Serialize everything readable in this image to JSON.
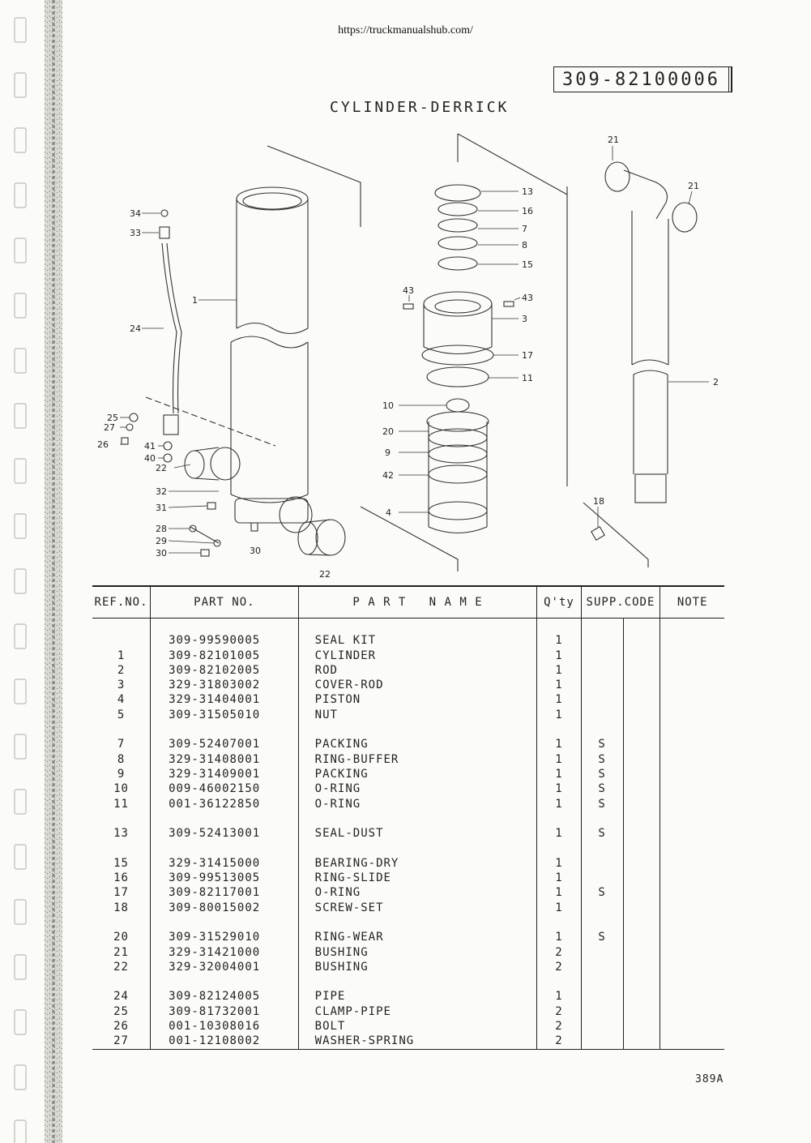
{
  "url": "https://truckmanualshub.com/",
  "doc_number": "309-82100006",
  "title": "CYLINDER-DERRICK",
  "page_number": "389A",
  "callouts": [
    "34",
    "33",
    "24",
    "1",
    "25",
    "27",
    "26",
    "41",
    "40",
    "22",
    "32",
    "31",
    "28",
    "29",
    "30",
    "30",
    "22",
    "13",
    "16",
    "7",
    "8",
    "15",
    "43",
    "43",
    "3",
    "17",
    "11",
    "10",
    "20",
    "9",
    "42",
    "4",
    "21",
    "21",
    "2",
    "18"
  ],
  "table": {
    "headers": {
      "ref": "REF.NO.",
      "part": "PART NO.",
      "name": "P A R T   N A M E",
      "qty": "Q'ty",
      "supp": "SUPP.CODE",
      "note": "NOTE"
    },
    "rows": [
      {
        "ref": "",
        "part": "",
        "name": "",
        "qty": "",
        "supp": ""
      },
      {
        "ref": "",
        "part": "309-99590005",
        "name": "SEAL KIT",
        "qty": "1",
        "supp": ""
      },
      {
        "ref": "1",
        "part": "309-82101005",
        "name": "CYLINDER",
        "qty": "1",
        "supp": ""
      },
      {
        "ref": "2",
        "part": "309-82102005",
        "name": "ROD",
        "qty": "1",
        "supp": ""
      },
      {
        "ref": "3",
        "part": "329-31803002",
        "name": "COVER-ROD",
        "qty": "1",
        "supp": ""
      },
      {
        "ref": "4",
        "part": "329-31404001",
        "name": "PISTON",
        "qty": "1",
        "supp": ""
      },
      {
        "ref": "5",
        "part": "309-31505010",
        "name": "NUT",
        "qty": "1",
        "supp": ""
      },
      {
        "ref": "",
        "part": "",
        "name": "",
        "qty": "",
        "supp": ""
      },
      {
        "ref": "7",
        "part": "309-52407001",
        "name": "PACKING",
        "qty": "1",
        "supp": "S"
      },
      {
        "ref": "8",
        "part": "329-31408001",
        "name": "RING-BUFFER",
        "qty": "1",
        "supp": "S"
      },
      {
        "ref": "9",
        "part": "329-31409001",
        "name": "PACKING",
        "qty": "1",
        "supp": "S"
      },
      {
        "ref": "10",
        "part": "009-46002150",
        "name": "O-RING",
        "qty": "1",
        "supp": "S"
      },
      {
        "ref": "11",
        "part": "001-36122850",
        "name": "O-RING",
        "qty": "1",
        "supp": "S"
      },
      {
        "ref": "",
        "part": "",
        "name": "",
        "qty": "",
        "supp": ""
      },
      {
        "ref": "13",
        "part": "309-52413001",
        "name": "SEAL-DUST",
        "qty": "1",
        "supp": "S"
      },
      {
        "ref": "",
        "part": "",
        "name": "",
        "qty": "",
        "supp": ""
      },
      {
        "ref": "15",
        "part": "329-31415000",
        "name": "BEARING-DRY",
        "qty": "1",
        "supp": ""
      },
      {
        "ref": "16",
        "part": "309-99513005",
        "name": "RING-SLIDE",
        "qty": "1",
        "supp": ""
      },
      {
        "ref": "17",
        "part": "309-82117001",
        "name": "O-RING",
        "qty": "1",
        "supp": "S"
      },
      {
        "ref": "18",
        "part": "309-80015002",
        "name": "SCREW-SET",
        "qty": "1",
        "supp": ""
      },
      {
        "ref": "",
        "part": "",
        "name": "",
        "qty": "",
        "supp": ""
      },
      {
        "ref": "20",
        "part": "309-31529010",
        "name": "RING-WEAR",
        "qty": "1",
        "supp": "S"
      },
      {
        "ref": "21",
        "part": "329-31421000",
        "name": "BUSHING",
        "qty": "2",
        "supp": ""
      },
      {
        "ref": "22",
        "part": "329-32004001",
        "name": "BUSHING",
        "qty": "2",
        "supp": ""
      },
      {
        "ref": "",
        "part": "",
        "name": "",
        "qty": "",
        "supp": ""
      },
      {
        "ref": "24",
        "part": "309-82124005",
        "name": "PIPE",
        "qty": "1",
        "supp": ""
      },
      {
        "ref": "25",
        "part": "309-81732001",
        "name": "CLAMP-PIPE",
        "qty": "2",
        "supp": ""
      },
      {
        "ref": "26",
        "part": "001-10308016",
        "name": "BOLT",
        "qty": "2",
        "supp": ""
      },
      {
        "ref": "27",
        "part": "001-12108002",
        "name": "WASHER-SPRING",
        "qty": "2",
        "supp": ""
      }
    ]
  }
}
